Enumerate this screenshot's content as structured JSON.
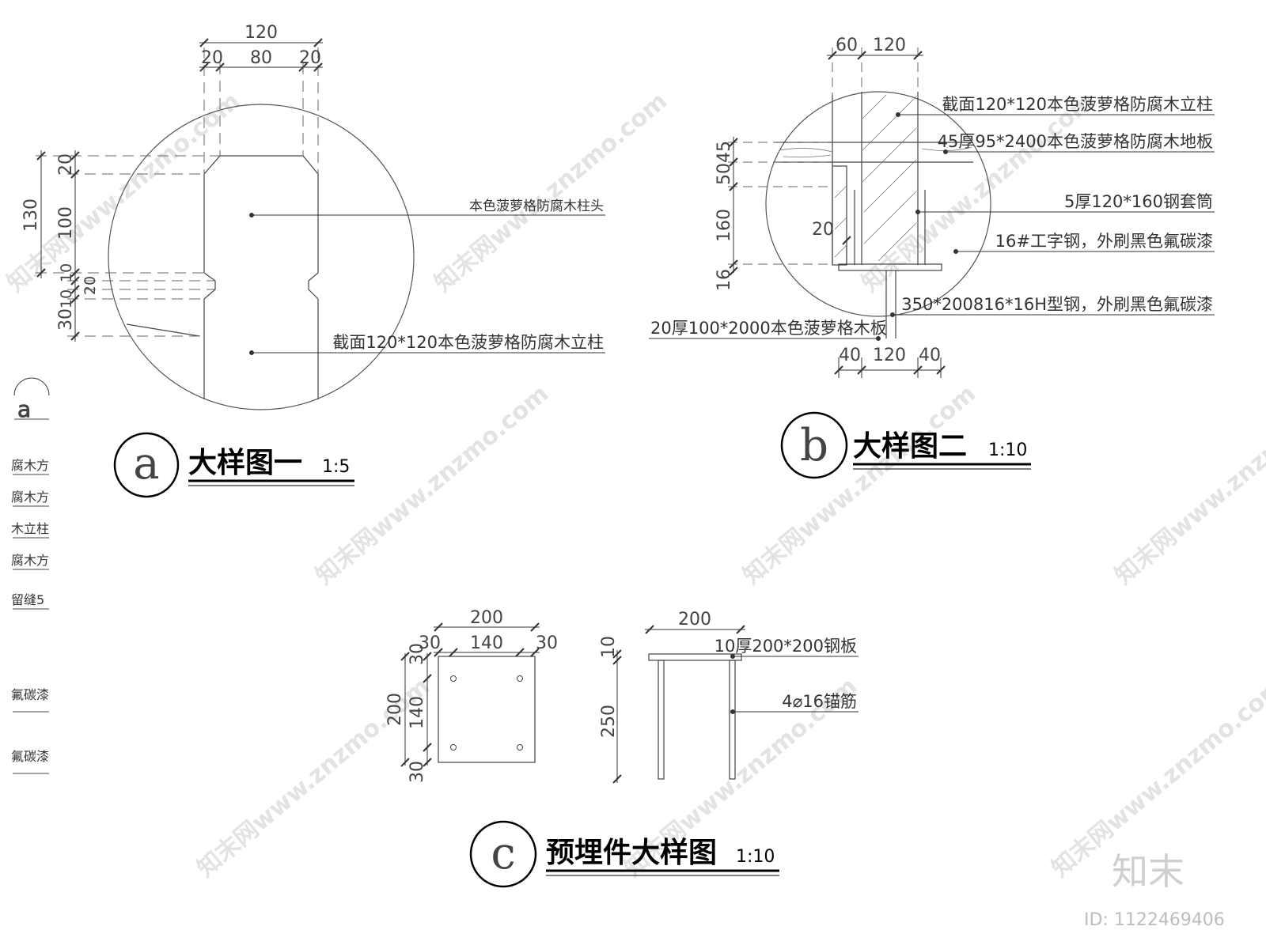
{
  "detail_a": {
    "marker": "a",
    "title": "大样图一",
    "scale": "1:5",
    "top_dims": {
      "total": "120",
      "left": "20",
      "mid": "80",
      "right": "20"
    },
    "left_dims": {
      "total": "130",
      "d20a": "20",
      "d100": "100",
      "d10a": "10",
      "d20b": "20",
      "d10b": "10",
      "d30": "30"
    },
    "label_cap": "本色菠萝格防腐木柱头",
    "label_post": "截面120*120本色菠萝格防腐木立柱"
  },
  "detail_b": {
    "marker": "b",
    "title": "大样图二",
    "scale": "1:10",
    "top_dims": {
      "d60": "60",
      "d120": "120"
    },
    "left_dims": {
      "d5045": "5045",
      "d160": "160",
      "d16": "16",
      "d20": "20"
    },
    "bottom_dims": {
      "d40a": "40",
      "d120": "120",
      "d40b": "40"
    },
    "labels": [
      "截面120*120本色菠萝格防腐木立柱",
      "45厚95*2400本色菠萝格防腐木地板",
      "5厚120*160钢套筒",
      "16#工字钢，外刷黑色氟碳漆",
      "350*200816*16H型钢，外刷黑色氟碳漆",
      "20厚100*2000本色菠萝格木板"
    ]
  },
  "detail_c": {
    "marker": "c",
    "title": "预埋件大样图",
    "scale": "1:10",
    "plan_dims": {
      "top_total": "200",
      "top_l": "30",
      "top_m": "140",
      "top_r": "30",
      "left_total": "200",
      "left_t": "30",
      "left_m": "140",
      "left_b": "30"
    },
    "elev_dims": {
      "top_total": "200",
      "d10": "10",
      "d250": "250"
    },
    "label_plate": "10厚200*200钢板",
    "label_anchor": "4⌀16锚筋"
  },
  "side_legend": {
    "marker": "a",
    "items": [
      "腐木方",
      "腐木方",
      "木立柱",
      "腐木方",
      "留缝5",
      "氟碳漆",
      "氟碳漆"
    ]
  },
  "watermark": {
    "text": "知末网www.znzmo.com",
    "logo": "知末",
    "id": "ID: 1122469406"
  }
}
